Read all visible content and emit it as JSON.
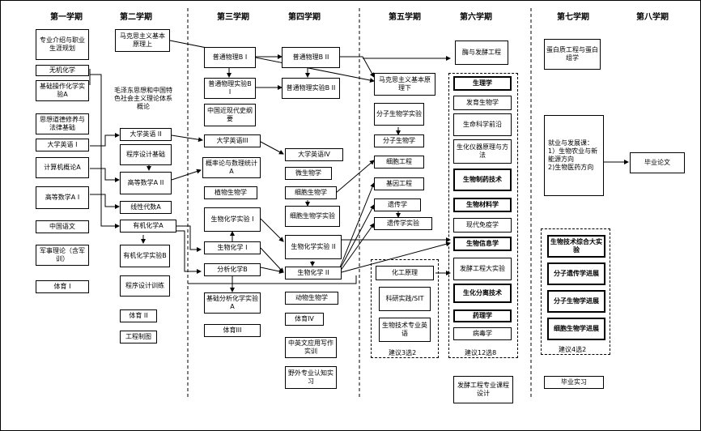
{
  "semesters": [
    "第一学期",
    "第二学期",
    "第三学期",
    "第四学期",
    "第五学期",
    "第六学期",
    "第七学期",
    "第八学期"
  ],
  "courses": {
    "zyjs": "专业介绍与职业生涯规划",
    "wjhx": "无机化学",
    "jccz": "基础操作化学实验A",
    "sxdd": "思想道德修养与法律基础",
    "dyyy1": "大学英语 I",
    "jsjgl": "计算机概论A",
    "gdsx1": "高等数学A I",
    "zgyw": "中国语文",
    "jslx": "军事理论（含军训）",
    "ty1": "体育 I",
    "mzd": "毛泽东思想和中国特色社会主义理论体系概论",
    "dyyy2": "大学英语 II",
    "cxsj": "程序设计基础",
    "gdsx2": "高等数学A II",
    "xxds": "线性代数A",
    "yjhx": "有机化学A",
    "yjsy": "有机化学实验B",
    "cxxl": "程序设计训练",
    "ty2": "体育 II",
    "gczt": "工程制图",
    "mks1": "马克思主义基本原理上",
    "ptwl1": "普通物理B I",
    "ptwlsy1": "普通物理实验B I",
    "zgjd": "中国近现代史纲要",
    "dyyy3": "大学英语III",
    "glyy": "概率论与数理统计A",
    "zwsw": "植物生物学",
    "shsy1": "生物化学实验 I",
    "shx1": "生物化学 I",
    "fxhx": "分析化学B",
    "jcfx": "基础分析化学实验A",
    "ty3": "体育III",
    "ptwl2": "普通物理B II",
    "ptwlsy2": "普通物理实验B II",
    "dyyy4": "大学英语IV",
    "wsw": "微生物学",
    "xbsw": "细胞生物学",
    "xbsy": "细胞生物学实验",
    "shsy2": "生物化学实验 II",
    "shx2": "生物化学 II",
    "dwsw": "动物生物学",
    "ty4": "体育IV",
    "zywy": "中英文应用写作实训",
    "ywsx": "野外专业认知实习",
    "mks2": "马克思主义基本原理下",
    "fzsw": "分子生物学实验",
    "fzswx": "分子生物学",
    "xbgc": "细胞工程",
    "jygc": "基因工程",
    "ycx": "遗传学",
    "ycsy": "遗传学实验",
    "hgyl": "化工原理",
    "kysj": "科研实践/SIT",
    "swjs": "生物技术专业英语",
    "mfj": "酶与发酵工程",
    "slx": "生理学",
    "fysw": "发育生物学",
    "smkx": "生命科学前沿",
    "shyq": "生化仪器原理与方法",
    "swzy": "生物制药技术",
    "swcl": "生物材料学",
    "xdmy": "现代免疫学",
    "swxx": "生物信息学",
    "fjsy": "发酵工程大实验",
    "shfl": "生化分离技术",
    "ylx": "药理学",
    "bdx": "病毒学",
    "fjkc": "发酵工程专业课程设计",
    "dbgc": "蛋白质工程与蛋白组学",
    "jyfz": "就业与发展课：",
    "jyfz1": "1）生物农业与新能源方向",
    "jyfz2": "2)生物医药方向",
    "swzh": "生物技术综合大实验",
    "fzyc": "分子遗传学进展",
    "fzjz": "分子生物学进展",
    "xbjz": "细胞生物学进展",
    "bysx": "毕业实习",
    "bylw": "毕业论文"
  },
  "groups": {
    "s5_note": "建议3选2",
    "s6_note": "建议12选8",
    "s7_note": "建议4选2"
  }
}
